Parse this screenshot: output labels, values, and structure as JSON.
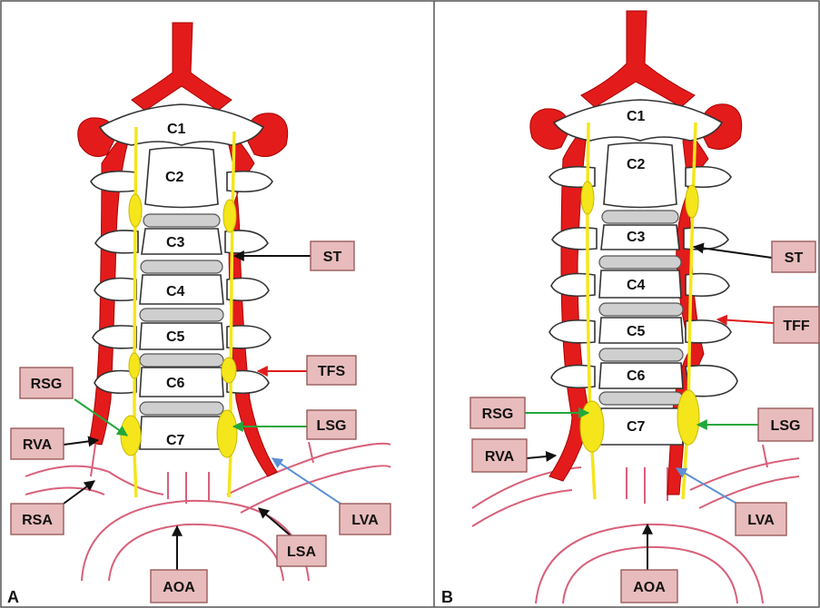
{
  "panels": [
    {
      "letter": "A",
      "vertebrae": [
        "C1",
        "C2",
        "C3",
        "C4",
        "C5",
        "C6",
        "C7"
      ],
      "labels": {
        "st": "ST",
        "tfs": "TFS",
        "rsg": "RSG",
        "lsg": "LSG",
        "rva": "RVA",
        "rsa": "RSA",
        "lva": "LVA",
        "lsa": "LSA",
        "aoa": "AOA"
      }
    },
    {
      "letter": "B",
      "vertebrae": [
        "C1",
        "C2",
        "C3",
        "C4",
        "C5",
        "C6",
        "C7"
      ],
      "labels": {
        "st": "ST",
        "tff": "TFF",
        "rsg": "RSG",
        "lsg": "LSG",
        "rva": "RVA",
        "lva": "LVA",
        "aoa": "AOA"
      }
    }
  ],
  "colors": {
    "artery": "#e31b1b",
    "nerve": "#f4e61a",
    "label_box": "#e8bcbc",
    "arrow_black": "#111111",
    "arrow_red": "#e01b1b",
    "arrow_green": "#22a83a",
    "arrow_blue": "#5b8fd6"
  }
}
